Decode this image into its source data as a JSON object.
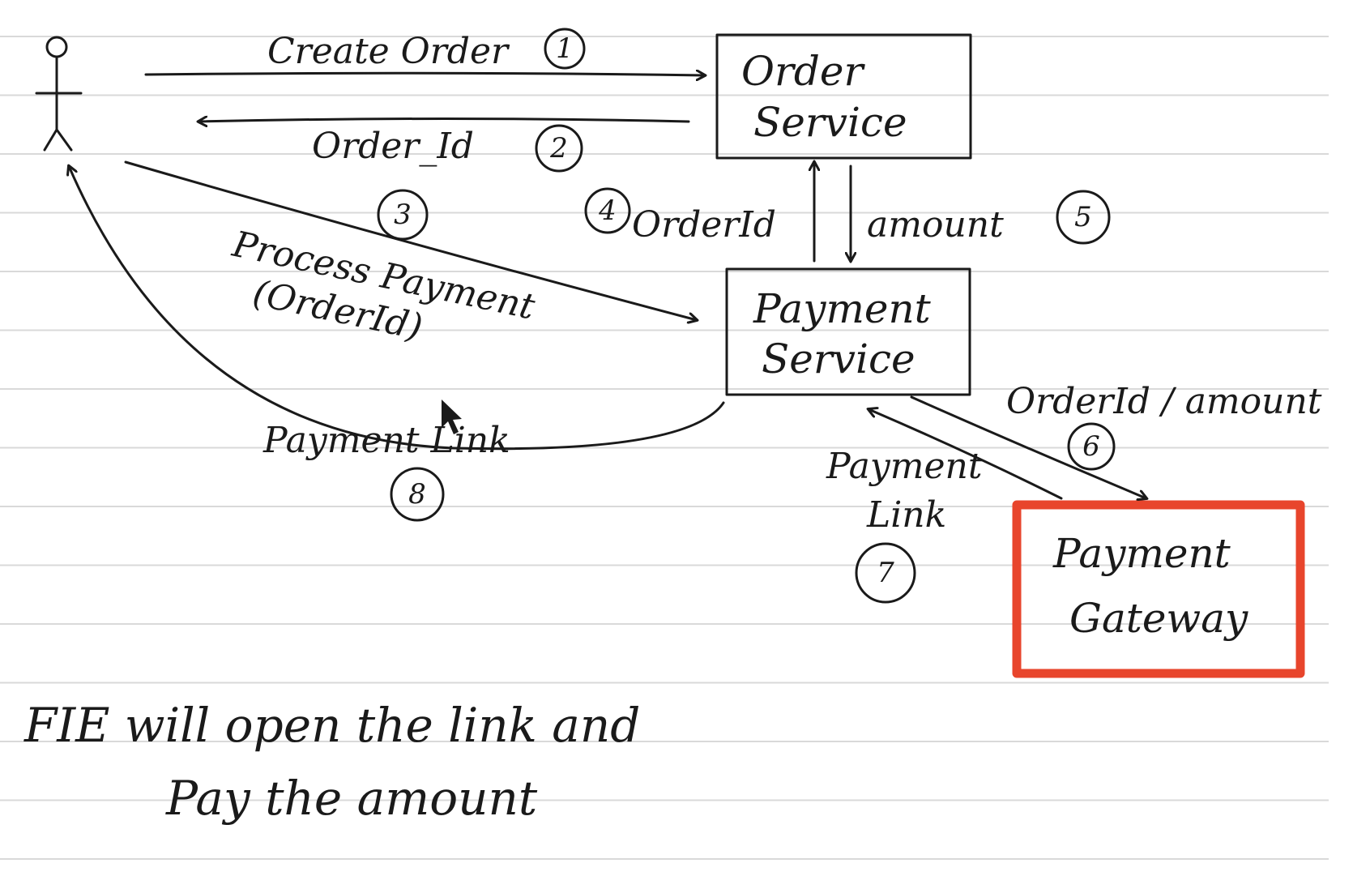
{
  "colors": {
    "ink": "#1a1a1a",
    "ruled_line": "#d9d9d9",
    "highlight": "#e8452c"
  },
  "actor": {
    "icon": "stick-figure-icon"
  },
  "boxes": {
    "order_service": {
      "line1": "Order",
      "line2": "Service"
    },
    "payment_service": {
      "line1": "Payment",
      "line2": "Service"
    },
    "payment_gateway": {
      "line1": "Payment",
      "line2": "Gateway"
    }
  },
  "flows": [
    {
      "step": "1",
      "label": "Create Order"
    },
    {
      "step": "2",
      "label": "Order_Id"
    },
    {
      "step": "3",
      "label": "Process Payment",
      "sub": "(OrderId)"
    },
    {
      "step": "4",
      "label": "OrderId"
    },
    {
      "step": "5",
      "label": "amount"
    },
    {
      "step": "6",
      "label": "OrderId / amount"
    },
    {
      "step": "7",
      "label": "Payment",
      "sub": "Link"
    },
    {
      "step": "8",
      "label": "Payment Link"
    }
  ],
  "note": {
    "line1": "FIE will open the link and",
    "line2": "Pay the amount"
  }
}
